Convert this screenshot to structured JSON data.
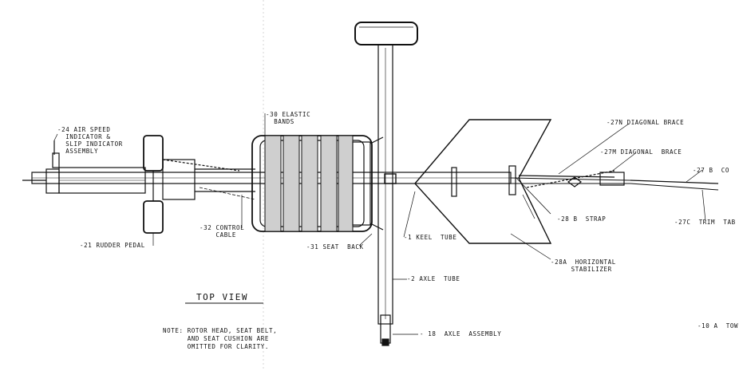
{
  "drawing": {
    "view_title": "TOP VIEW",
    "note": "NOTE: ROTOR HEAD, SEAT BELT,\n      AND SEAT CUSHION ARE\n      OMITTED FOR CLARITY.",
    "callouts": {
      "air_speed": "-24 AIR SPEED\n  INDICATOR &\n  SLIP INDICATOR\n  ASSEMBLY",
      "elastic_bands": "-30 ELASTIC\n  BANDS",
      "diagonal_brace_n": "-27N DIAGONAL BRACE",
      "diagonal_brace_m": "-27M DIAGONAL  BRACE",
      "cord_27b": "-27 B  CO",
      "strap": "-28 B  STRAP",
      "trim_tab": "-27C  TRIM  TAB",
      "control_cable": "-32 CONTROL\n    CABLE",
      "rudder_pedal": "-21 RUDDER PEDAL",
      "seat_back": "-31 SEAT  BACK",
      "keel_tube": "-1 KEEL  TUBE",
      "horizontal_stabilizer": "-28A  HORIZONTAL\n     STABILIZER",
      "axle_tube": "-2 AXLE  TUBE",
      "axle_assembly": "- 18  AXLE  ASSEMBLY",
      "tow": "-10 A  TOW"
    }
  }
}
